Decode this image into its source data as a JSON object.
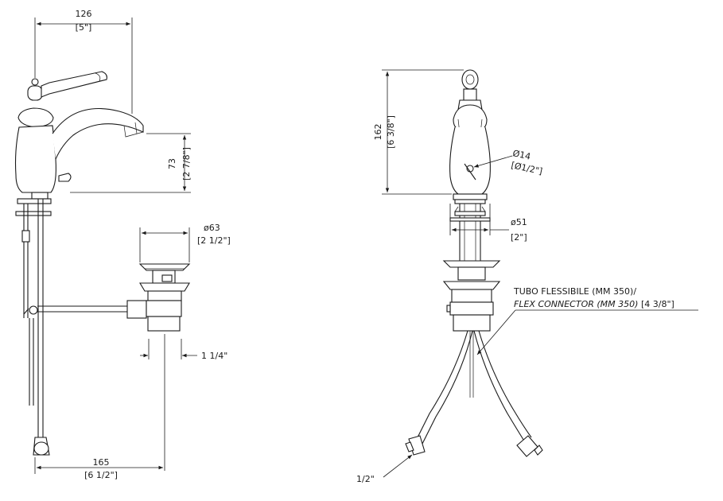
{
  "dimensions": {
    "width_top": {
      "mm": "126",
      "inch": "[5\"]"
    },
    "height_spout": {
      "mm": "73",
      "inch": "[2 7/8\"]"
    },
    "drain_diam": {
      "mm": "ø63",
      "inch": "[2 1/2\"]"
    },
    "drain_pipe": {
      "label": "1 1/4\""
    },
    "reach_bottom": {
      "mm": "165",
      "inch": "[6 1/2\"]"
    },
    "height_total": {
      "mm": "162",
      "inch": "[6 3/8\"]"
    },
    "hole_small": {
      "mm": "Ø14",
      "inch": "[Ø1/2\"]"
    },
    "hole_body": {
      "mm": "ø51",
      "inch": "[2\"]"
    },
    "hose_thread": {
      "label": "1/2\""
    }
  },
  "notes": {
    "flex_line1": "TUBO FLESSIBILE (MM 350)/",
    "flex_line2_italic": "FLEX CONNECTOR (MM 350)",
    "flex_line2_suffix": " [4 3/8\"]"
  }
}
